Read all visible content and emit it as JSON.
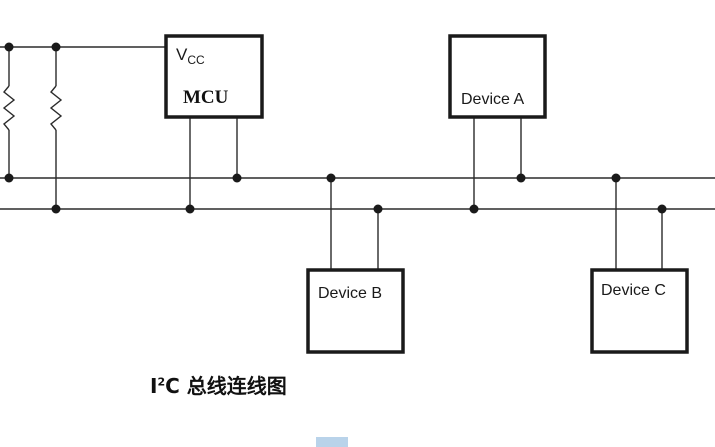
{
  "mcu": {
    "vcc_main": "V",
    "vcc_sub": "CC",
    "label": "MCU"
  },
  "devices": {
    "a": "Device A",
    "b": "Device B",
    "c": "Device C"
  },
  "caption": {
    "prefix": "I",
    "superscript": "2",
    "suffix": "C",
    "text": " 总线连线图"
  },
  "colors": {
    "line": "#2b2b2b",
    "box_border": "#1a1a1a",
    "marker": "#b9d3ea"
  }
}
